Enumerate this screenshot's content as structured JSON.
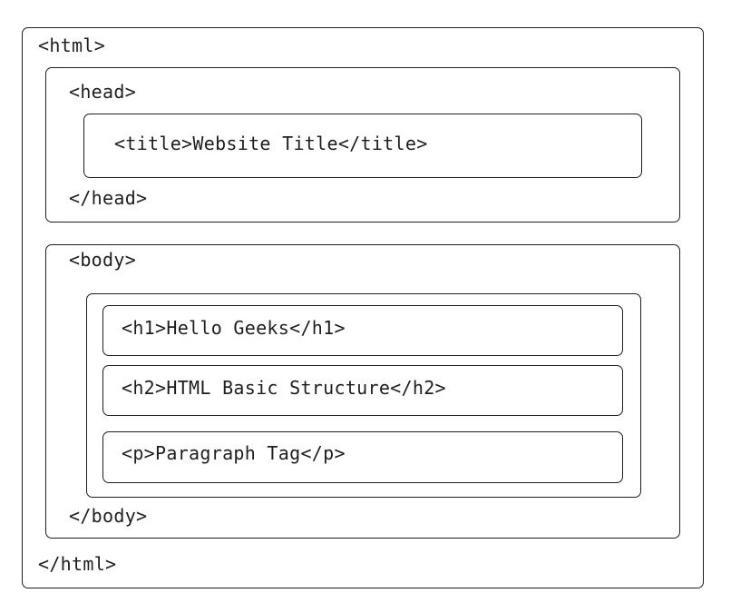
{
  "diagram": {
    "html_box": {
      "open_tag": "<html>",
      "close_tag": "</html>"
    },
    "head_box": {
      "open_tag": "<head>",
      "close_tag": "</head>",
      "title_node": "<title>Website Title</title>"
    },
    "body_box": {
      "open_tag": "<body>",
      "close_tag": "</body>",
      "children": [
        "<h1>Hello Geeks</h1>",
        "<h2>HTML Basic Structure</h2>",
        "<p>Paragraph Tag</p>"
      ]
    }
  }
}
